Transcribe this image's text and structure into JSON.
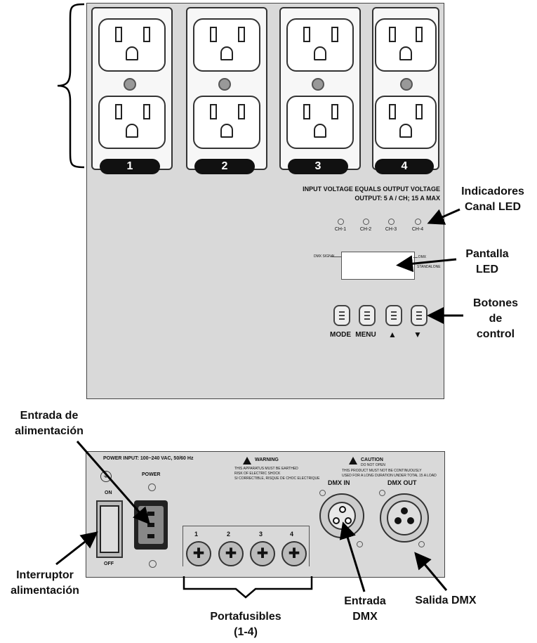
{
  "top_panel": {
    "outlet_numbers": [
      "1",
      "2",
      "3",
      "4"
    ],
    "voltage_note_line1": "INPUT VOLTAGE EQUALS OUTPUT VOLTAGE",
    "voltage_note_line2": "OUTPUT: 5 A / CH; 15 A MAX",
    "channel_leds": [
      "CH-1",
      "CH-2",
      "CH-3",
      "CH-4"
    ],
    "display_left_label": "DMX SIGNAL",
    "display_right_label_1": "DMX",
    "display_right_label_2": "STANDALONE",
    "buttons": [
      "MODE",
      "MENU",
      "▲",
      "▼"
    ]
  },
  "bottom_panel": {
    "power_input_text": "POWER INPUT: 100~240 VAC, 50/60 Hz",
    "warning_title": "WARNING",
    "warning_line1": "THIS APPARATUS MUST BE EARTHED",
    "warning_line2": "RISK OF ELECTRIC SHOCK",
    "warning_line3": "SI CORRECTIBLE, RISQUE DE CHOC ELECTRIQUE",
    "caution_title": "CAUTION",
    "caution_sub": "DO NOT OPEN",
    "caution_line1": "THIS PRODUCT MUST NOT BE CONTINUOUSLY",
    "caution_line2": "USED FOR A LONG DURATION UNDER TOTAL 15 A LOAD",
    "power_label": "POWER",
    "on_label": "ON",
    "off_label": "OFF",
    "fuse_numbers": [
      "1",
      "2",
      "3",
      "4"
    ],
    "dmx_in_label": "DMX IN",
    "dmx_out_label": "DMX OUT"
  },
  "callouts": {
    "led_indicators_1": "Indicadores",
    "led_indicators_2": "Canal LED",
    "led_display_1": "Pantalla",
    "led_display_2": "LED",
    "control_buttons_1": "Botones",
    "control_buttons_2": "de",
    "control_buttons_3": "control",
    "power_entry_1": "Entrada de",
    "power_entry_2": "alimentación",
    "power_switch_1": "Interruptor",
    "power_switch_2": "alimentación",
    "fuse_holders_1": "Portafusibles",
    "fuse_holders_2": "(1-4)",
    "dmx_input_1": "Entrada",
    "dmx_input_2": "DMX",
    "dmx_output": "Salida DMX"
  }
}
